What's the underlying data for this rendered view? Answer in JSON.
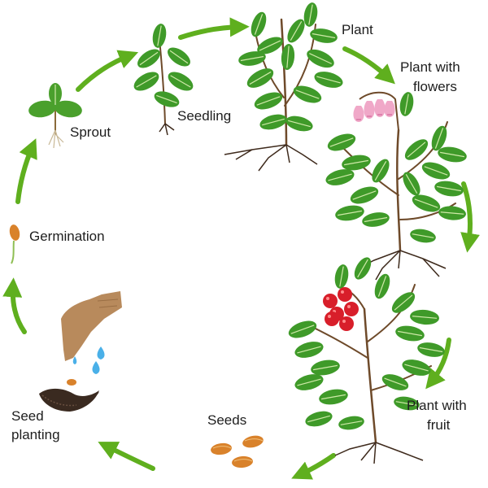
{
  "stages": {
    "plant": "Plant",
    "plant_with_flowers_l1": "Plant with",
    "plant_with_flowers_l2": "flowers",
    "plant_with_fruit_l1": "Plant with",
    "plant_with_fruit_l2": "fruit",
    "seeds": "Seeds",
    "seed_planting_l1": "Seed",
    "seed_planting_l2": "planting",
    "germination": "Germination",
    "sprout": "Sprout",
    "seedling": "Seedling"
  },
  "colors": {
    "arrow": "#5faf1e",
    "leaf": "#3f9a29",
    "leaf_vein": "#cfe9a8",
    "stem": "#6e4a2a",
    "root": "#3e2a1c",
    "flower": "#f0a8c8",
    "berry": "#d81e2a",
    "seed": "#d9822b",
    "soil": "#3a2a20",
    "water": "#4ab0e8",
    "hand": "#b88a5c"
  },
  "icons": [
    "cycle-arrow-icon",
    "leaf-icon",
    "flower-icon",
    "berry-icon",
    "seed-icon",
    "water-drop-icon",
    "hand-icon",
    "soil-icon"
  ]
}
